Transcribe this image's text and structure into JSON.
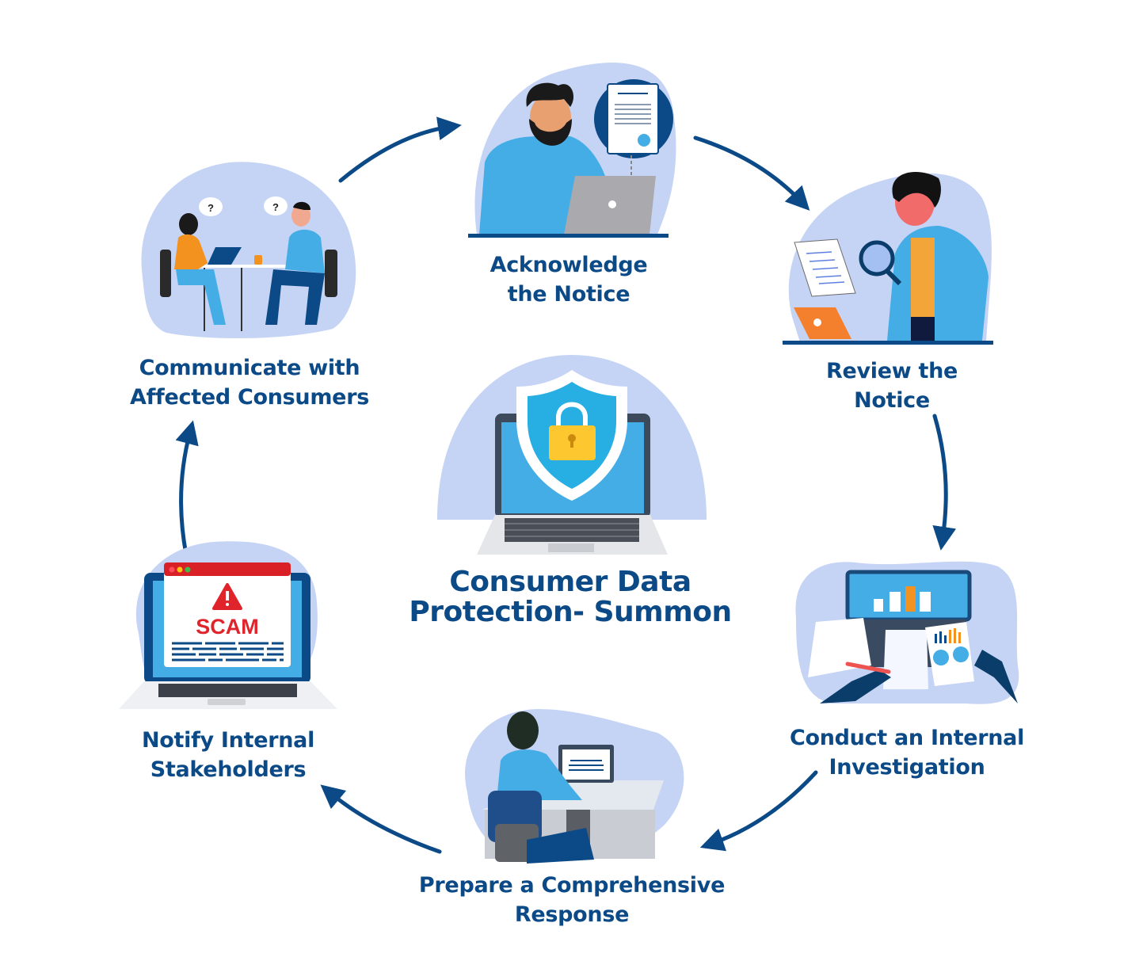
{
  "diagram": {
    "type": "cycle",
    "title": {
      "line1": "Consumer Data",
      "line2": "Protection- Summon"
    },
    "center_icon": "laptop-shield-lock-icon",
    "direction": "clockwise",
    "steps": [
      {
        "order": 1,
        "line1": "Acknowledge",
        "line2": "the Notice",
        "illustration": "man-with-laptop-document-icon"
      },
      {
        "order": 2,
        "line1": "Review the",
        "line2": "Notice",
        "illustration": "man-with-magnifier-document-icon"
      },
      {
        "order": 3,
        "line1": "Conduct an Internal",
        "line2": "Investigation",
        "illustration": "hands-with-charts-laptop-icon"
      },
      {
        "order": 4,
        "line1": "Prepare a Comprehensive",
        "line2": "Response",
        "illustration": "person-at-desk-computer-icon"
      },
      {
        "order": 5,
        "line1": "Notify Internal",
        "line2": "Stakeholders",
        "illustration": "laptop-scam-alert-icon",
        "screen_text": "SCAM"
      },
      {
        "order": 6,
        "line1": "Communicate with",
        "line2": "Affected Consumers",
        "illustration": "two-people-meeting-icon",
        "bubble_text": "?"
      }
    ]
  },
  "colors": {
    "primary": "#0b4a86",
    "blob": "#c5d4f5",
    "accent_blue": "#45ade6",
    "accent_orange": "#f4921f",
    "alert_red": "#e0242b",
    "lock_yellow": "#fdc82f"
  }
}
